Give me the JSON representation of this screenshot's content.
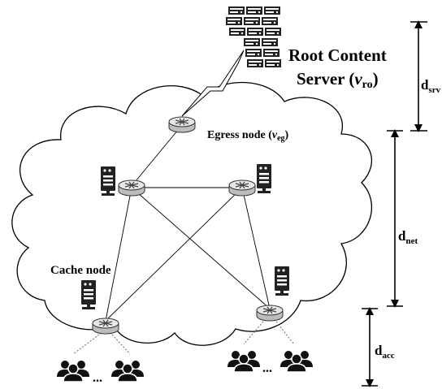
{
  "labels": {
    "root_line1": "Root Content",
    "root_line2": "Server (",
    "root_var": "v",
    "root_sub": "ro",
    "root_close": ")",
    "egress": "Egress node (",
    "egress_var": "v",
    "egress_sub": "eg",
    "egress_close": ")",
    "cache": "Cache node",
    "ellipsis": "...",
    "d_base": "d",
    "d_srv_sub": "srv",
    "d_net_sub": "net",
    "d_acc_sub": "acc"
  },
  "icons": {
    "server_rack": "server-rack-icon",
    "router": "router-icon",
    "server": "server-icon",
    "users": "users-icon"
  },
  "colors": {
    "line": "#000000",
    "router_fill": "#d9d9d9",
    "cloud_fill": "#ffffff"
  }
}
